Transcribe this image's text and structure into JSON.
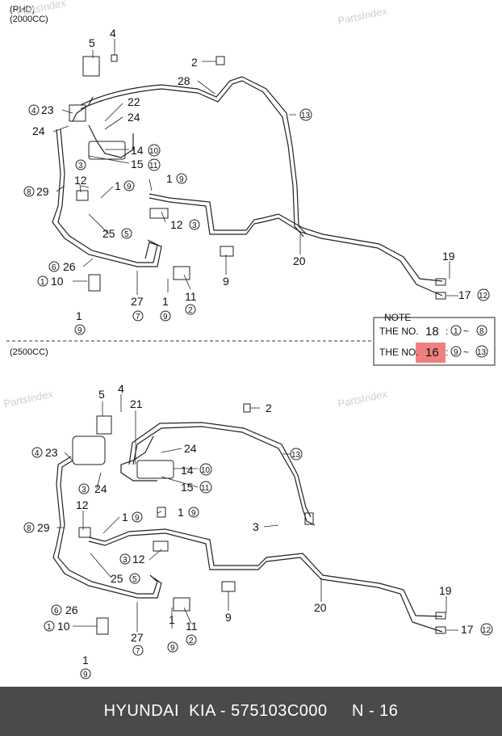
{
  "header": {
    "line1": "(RHD)",
    "line2": "(2000CC)"
  },
  "section2_title": "(2500CC)",
  "watermark": "PartsIndex",
  "note": {
    "title": "NOTE",
    "row1_prefix": "THE NO.",
    "row1_num": "18",
    "row1_sep": ":",
    "row1_from": "1",
    "row1_tilde": "~",
    "row1_to": "8",
    "row2_prefix": "THE NO.",
    "row2_num": "16",
    "row2_sep": ":",
    "row2_from": "9",
    "row2_tilde": "~",
    "row2_to": "13"
  },
  "callouts_top": {
    "n5": "5",
    "n4": "4",
    "n2": "2",
    "n28": "28",
    "c4": "4",
    "n23": "23",
    "n22": "22",
    "n24a": "24",
    "n24b": "24",
    "c13": "13",
    "n14": "14",
    "c10": "10",
    "c3": "3",
    "n15": "15",
    "c11": "11",
    "n12a": "12",
    "n1a": "1",
    "c9a": "9",
    "n1b": "1",
    "c9b": "9",
    "c8": "8",
    "n29": "29",
    "n12b": "12",
    "c3b": "3",
    "n25": "25",
    "c5": "5",
    "n20": "20",
    "n19": "19",
    "c6": "6",
    "n26": "26",
    "c1": "1",
    "n10": "10",
    "n9": "9",
    "n11": "11",
    "c2": "2",
    "n17": "17",
    "c12": "12",
    "n27": "27",
    "c7": "7",
    "n1c": "1",
    "c9c": "9",
    "n1d": "1",
    "c9d": "9"
  },
  "callouts_bottom": {
    "n5": "5",
    "n4": "4",
    "n21": "21",
    "n2": "2",
    "c4": "4",
    "n23": "23",
    "n24a": "24",
    "c13": "13",
    "n14": "14",
    "c10": "10",
    "c3": "3",
    "n24b": "24",
    "n15": "15",
    "c11": "11",
    "n12a": "12",
    "n1a": "1",
    "c9a": "9",
    "n1b": "1",
    "c9b": "9",
    "c8": "8",
    "n29": "29",
    "n3": "3",
    "c3b": "3",
    "n12b": "12",
    "n25": "25",
    "c5": "5",
    "n20": "20",
    "n19": "19",
    "c6": "6",
    "n26": "26",
    "n1c": "1",
    "n11": "11",
    "c9c": "9",
    "c2": "2",
    "n9": "9",
    "c1": "1",
    "n10": "10",
    "n27": "27",
    "c7": "7",
    "n17": "17",
    "c12": "12",
    "n1d": "1",
    "c9d": "9"
  },
  "footer": {
    "brand": "HYUNDAI  KIA - ",
    "part": "575103C000",
    "gap": "     ",
    "page": "N - 16"
  }
}
